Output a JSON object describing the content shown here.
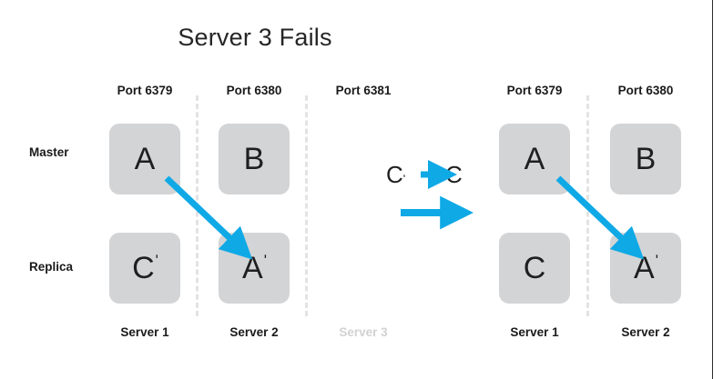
{
  "title": "Server 3 Fails",
  "colors": {
    "arrow": "#0fa9e6",
    "box_fill": "#d3d4d6",
    "text": "#1f1f1f",
    "faded_text": "#d2d2d2",
    "divider": "#e3e3e3"
  },
  "row_labels": {
    "master": "Master",
    "replica": "Replica"
  },
  "left_group": {
    "ports": [
      "Port 6379",
      "Port 6380",
      "Port 6381"
    ],
    "servers": [
      "Server 1",
      "Server 2",
      "Server 3"
    ],
    "failed_server": "Server 3",
    "master_row": [
      "A",
      "B",
      ""
    ],
    "replica_row": [
      "Cʹ",
      "Aʹ",
      ""
    ],
    "replica_row_base": [
      "C",
      "A",
      ""
    ],
    "replica_row_prime": [
      "ʹ",
      "ʹ",
      ""
    ]
  },
  "right_group": {
    "ports": [
      "Port 6379",
      "Port 6380"
    ],
    "servers": [
      "Server 1",
      "Server 2"
    ],
    "master_row": [
      "A",
      "B"
    ],
    "replica_row": [
      "C",
      "Aʹ"
    ],
    "replica_row_base": [
      "C",
      "A"
    ],
    "replica_row_prime": [
      "",
      "ʹ"
    ]
  },
  "middle": {
    "promotion_from": "C",
    "promotion_from_prime": "ʹ",
    "promotion_to": "C",
    "promotion_arrow": "right-arrow-icon",
    "transition_arrow": "right-arrow-icon"
  }
}
